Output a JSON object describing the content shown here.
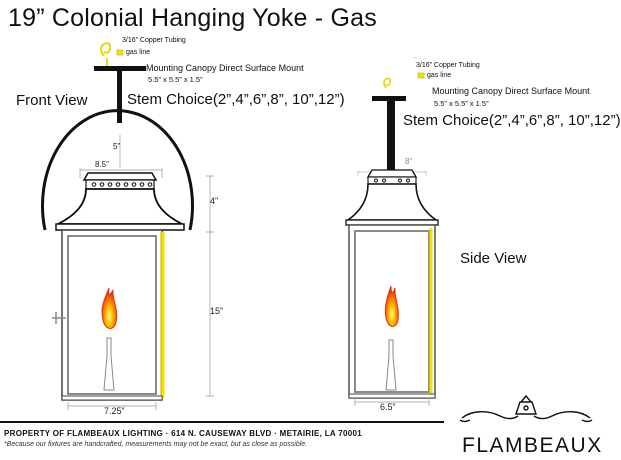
{
  "title": "19” Colonial Hanging Yoke - Gas",
  "front": {
    "copper_tubing": "3/16” Copper Tubing",
    "gas_line": "gas line",
    "canopy": "Mounting Canopy Direct Surface Mount",
    "canopy_size": "5.5” x 5.5” x 1.5”",
    "view_label": "Front View",
    "stem_choice": "Stem Choice(2”,4”,6”,8”, 10”,12”)",
    "dim_5": "5”",
    "dim_85": "8.5”",
    "dim_4": "4”",
    "dim_15": "15”",
    "dim_725": "7.25”"
  },
  "side": {
    "dots": "..",
    "copper_tubing": "3/16” Copper Tubing",
    "gas_line": "gas line",
    "canopy": "Mounting Canopy Direct Surface Mount",
    "canopy_size": "5.5” x 5.5” x 1.5”",
    "stem_choice": "Stem Choice(2”,4”,6”,8”, 10”,12”)",
    "dim_8": "8”",
    "view_label": "Side View",
    "dim_65": "6.5”"
  },
  "footer": {
    "property": "PROPERTY OF FLAMBEAUX LIGHTING · 614 N. CAUSEWAY BLVD · METAIRIE, LA 70001",
    "disclaimer": "*Because our fixtures are handcrafted, measurements may not be exact, but as close as possible."
  },
  "brand": "FLAMBEAUX",
  "colors": {
    "gas_line": "#f2e200",
    "frame": "#8a8a8a",
    "flame_outer": "#e8300c",
    "flame_inner": "#ffc400",
    "gold_edge": "#d6b200"
  }
}
